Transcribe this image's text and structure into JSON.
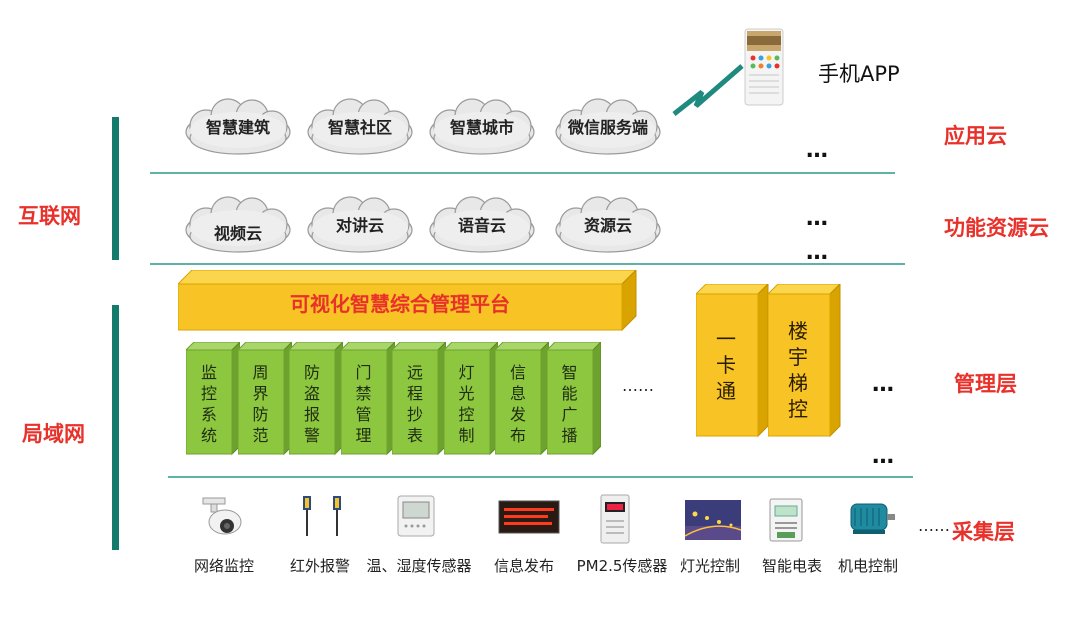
{
  "side_labels": {
    "internet": "互联网",
    "lan": "局域网"
  },
  "layer_labels": {
    "app_cloud": "应用云",
    "function_cloud": "功能资源云",
    "management": "管理层",
    "collection": "采集层"
  },
  "app_label": "手机APP",
  "app_clouds": [
    "智慧建筑",
    "智慧社区",
    "智慧城市",
    "微信服务端"
  ],
  "function_clouds": [
    "视频云",
    "对讲云",
    "语音云",
    "资源云"
  ],
  "platform": "可视化智慧综合管理平台",
  "subsystems": [
    "监控系统",
    "周界防范",
    "防盗报警",
    "门禁管理",
    "远程抄表",
    "灯光控制",
    "信息发布",
    "智能广播"
  ],
  "subsystems_more": "……",
  "side_systems": [
    "一卡通",
    "楼宇梯控"
  ],
  "ellipsis_dots": "…",
  "collection_more": "……",
  "devices": [
    {
      "label": "网络监控",
      "icon": "dome-camera-icon"
    },
    {
      "label": "红外报警",
      "icon": "infrared-beam-icon"
    },
    {
      "label": "温、湿度传感器",
      "icon": "humidity-sensor-icon"
    },
    {
      "label": "信息发布",
      "icon": "led-display-icon"
    },
    {
      "label": "PM2.5传感器",
      "icon": "pm25-sensor-icon"
    },
    {
      "label": "灯光控制",
      "icon": "street-light-icon"
    },
    {
      "label": "智能电表",
      "icon": "electric-meter-icon"
    },
    {
      "label": "机电控制",
      "icon": "electric-motor-icon"
    }
  ],
  "colors": {
    "accent_red": "#e8312a",
    "bar_teal": "#137a6c",
    "line_teal": "#5fb3a6",
    "green_box": "#8dc63f",
    "yellow_box": "#f7c325"
  }
}
